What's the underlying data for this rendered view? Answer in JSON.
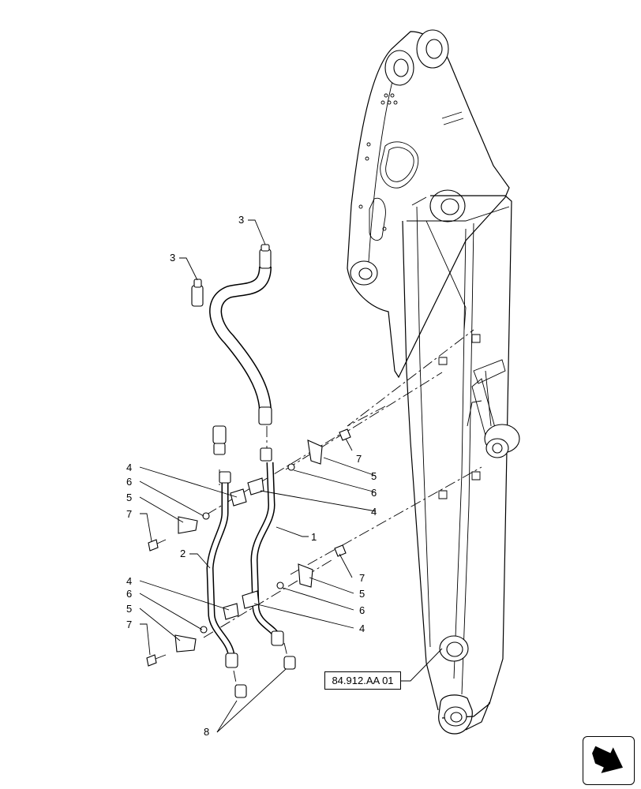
{
  "diagram": {
    "reference_code": "84.912.AA 01",
    "callouts": [
      {
        "id": "c3a",
        "label": "3"
      },
      {
        "id": "c3b",
        "label": "3"
      },
      {
        "id": "c7a",
        "label": "7"
      },
      {
        "id": "c5a",
        "label": "5"
      },
      {
        "id": "c6a",
        "label": "6"
      },
      {
        "id": "c4a",
        "label": "4"
      },
      {
        "id": "c4b",
        "label": "4"
      },
      {
        "id": "c6b",
        "label": "6"
      },
      {
        "id": "c5b",
        "label": "5"
      },
      {
        "id": "c7b",
        "label": "7"
      },
      {
        "id": "c1",
        "label": "1"
      },
      {
        "id": "c2",
        "label": "2"
      },
      {
        "id": "c7c",
        "label": "7"
      },
      {
        "id": "c5c",
        "label": "5"
      },
      {
        "id": "c6c",
        "label": "6"
      },
      {
        "id": "c4c",
        "label": "4"
      },
      {
        "id": "c4d",
        "label": "4"
      },
      {
        "id": "c6d",
        "label": "6"
      },
      {
        "id": "c5d",
        "label": "5"
      },
      {
        "id": "c7d",
        "label": "7"
      },
      {
        "id": "c8",
        "label": "8"
      }
    ]
  },
  "icons": {
    "navigation": "next-page-arrow-icon"
  }
}
